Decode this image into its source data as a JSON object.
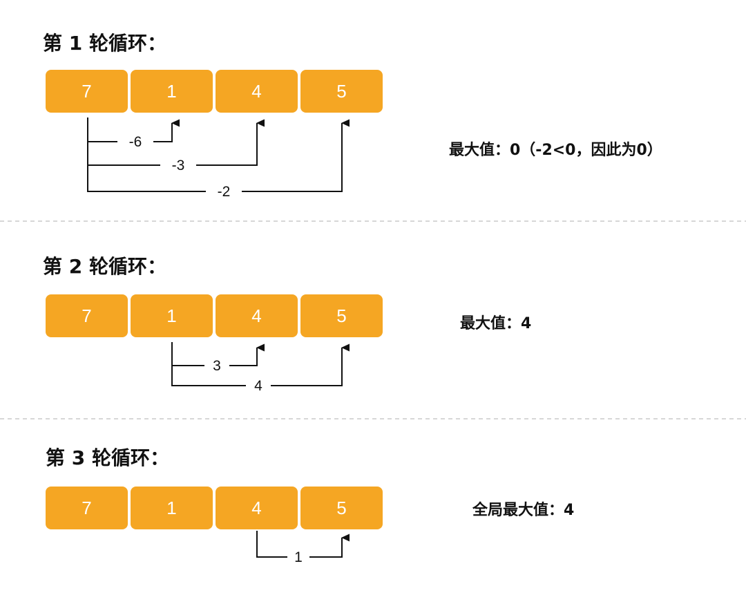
{
  "rounds": [
    {
      "title": "第 1 轮循环：",
      "cells": [
        "7",
        "1",
        "4",
        "5"
      ],
      "diffs": [
        {
          "from": 0,
          "to": 1,
          "label": "-6"
        },
        {
          "from": 0,
          "to": 2,
          "label": "-3"
        },
        {
          "from": 0,
          "to": 3,
          "label": "-2"
        }
      ],
      "result": "最大值：0（-2<0，因此为0）"
    },
    {
      "title": "第 2 轮循环：",
      "cells": [
        "7",
        "1",
        "4",
        "5"
      ],
      "diffs": [
        {
          "from": 1,
          "to": 2,
          "label": "3"
        },
        {
          "from": 1,
          "to": 3,
          "label": "4"
        }
      ],
      "result": "最大值：4"
    },
    {
      "title": "第 3 轮循环：",
      "cells": [
        "7",
        "1",
        "4",
        "5"
      ],
      "diffs": [
        {
          "from": 2,
          "to": 3,
          "label": "1"
        }
      ],
      "result": "全局最大值：4"
    }
  ],
  "colors": {
    "cell": "#F5A623",
    "cell_text": "#FFFFFF",
    "line": "#111111",
    "divider": "#C8C8C8"
  }
}
